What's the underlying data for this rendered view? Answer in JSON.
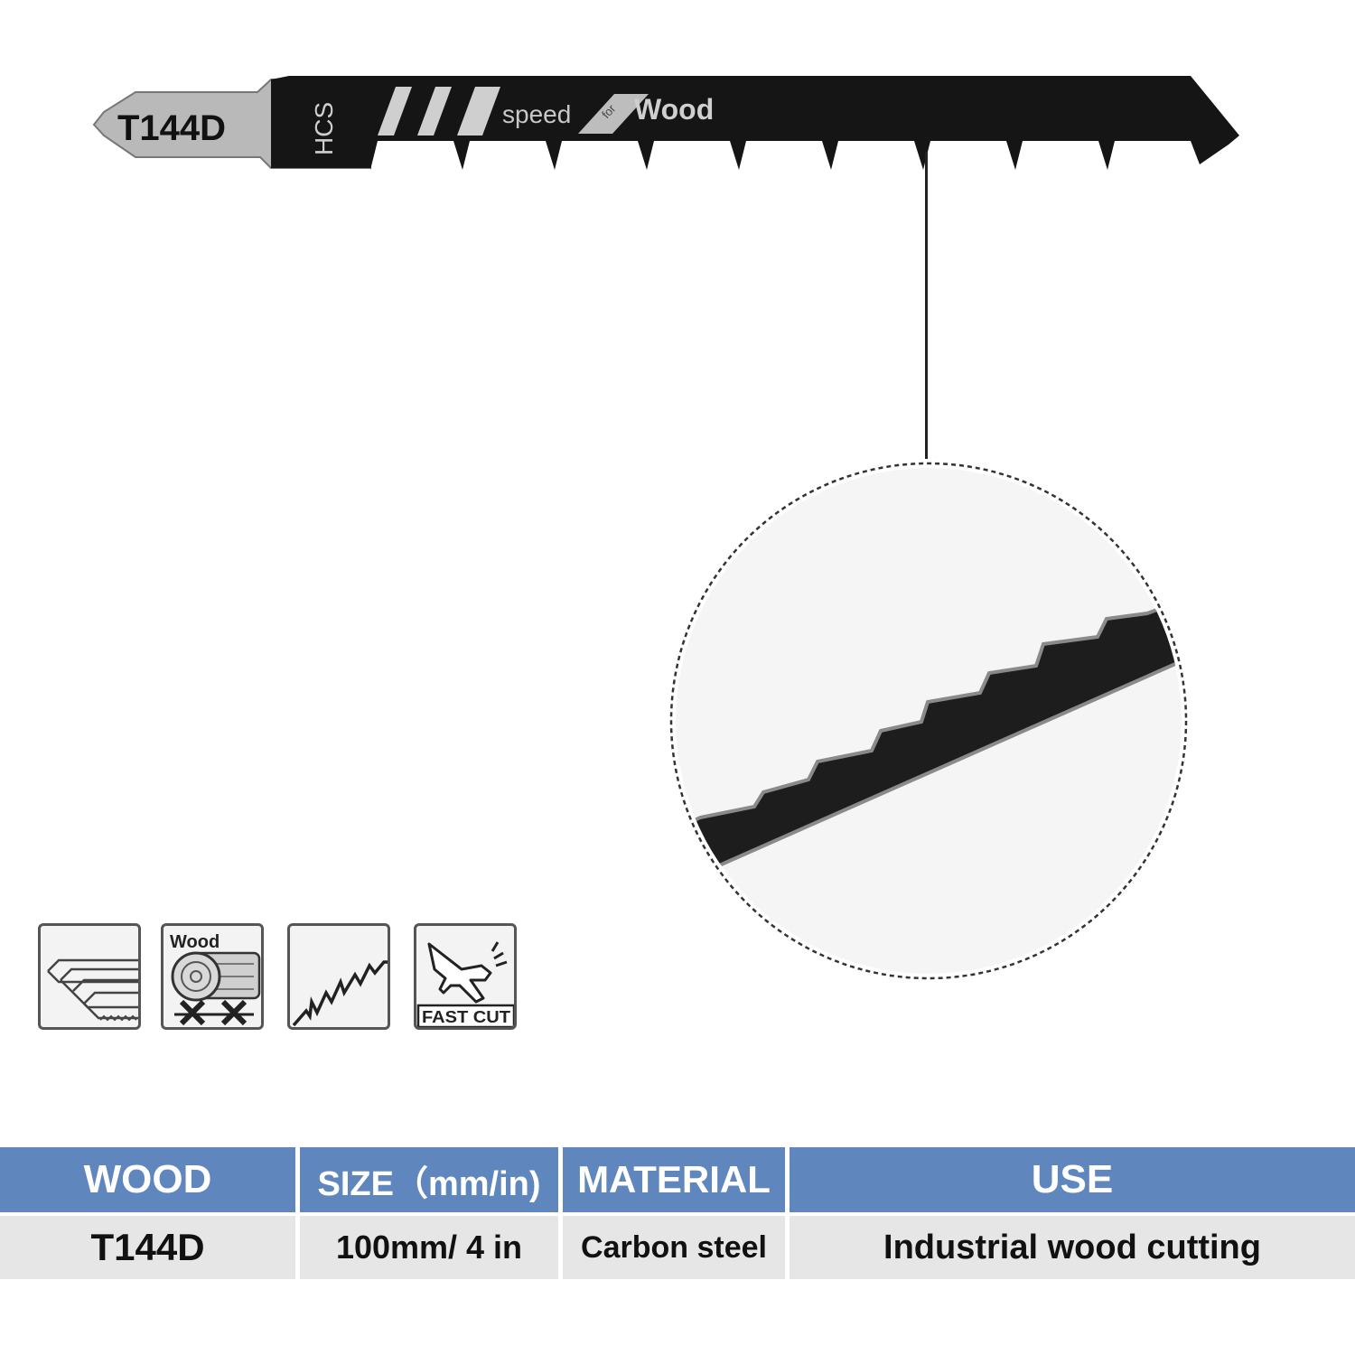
{
  "blade": {
    "model_label": "T144D",
    "steel_code": "HCS",
    "speed_word": "speed",
    "for_word": "for",
    "material_word": "Wood"
  },
  "icons": [
    {
      "name": "clean-cut-blades-icon"
    },
    {
      "name": "wood-log-icon",
      "label": "Wood"
    },
    {
      "name": "curved-cut-icon"
    },
    {
      "name": "fast-cut-jet-icon",
      "label": "FAST CUT"
    }
  ],
  "spec_table": {
    "headers": [
      "WOOD",
      "SIZE（mm/in)",
      "MATERIAL",
      "USE"
    ],
    "values": [
      "T144D",
      "100mm/ 4 in",
      "Carbon steel",
      "Industrial wood cutting"
    ]
  },
  "colors": {
    "table_header": "#5f87bd",
    "table_row": "#e6e6e6",
    "blade": "#111111"
  }
}
